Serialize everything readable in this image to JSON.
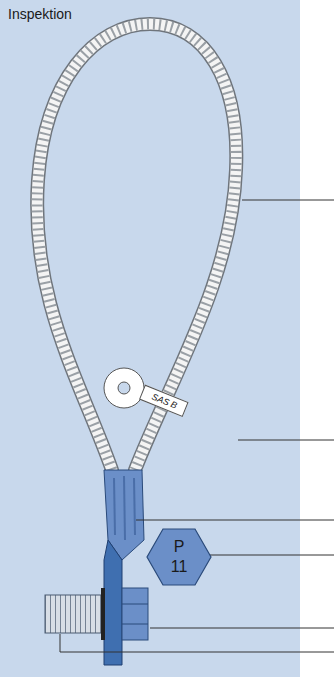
{
  "diagram": {
    "title": "Inspektion",
    "nodes": [
      {
        "text": [
          "SAS B"
        ]
      },
      {
        "text": [
          "P 11"
        ]
      }
    ]
  }
}
